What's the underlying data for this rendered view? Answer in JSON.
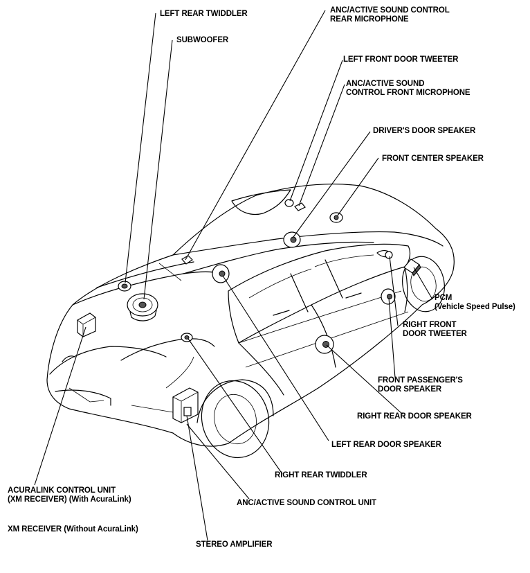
{
  "labels": {
    "left_rear_twiddler": "LEFT REAR TWIDDLER",
    "subwoofer": "SUBWOOFER",
    "anc_rear_mic_line1": "ANC/ACTIVE SOUND CONTROL",
    "anc_rear_mic_line2": "REAR MICROPHONE",
    "left_front_door_tweeter": "LEFT FRONT DOOR TWEETER",
    "anc_front_mic_line1": "ANC/ACTIVE SOUND",
    "anc_front_mic_line2": "CONTROL FRONT MICROPHONE",
    "drivers_door_speaker": "DRIVER'S DOOR SPEAKER",
    "front_center_speaker": "FRONT CENTER SPEAKER",
    "pcm_line1": "PCM",
    "pcm_line2": "(Vehicle Speed Pulse)",
    "right_front_door_tweeter_line1": "RIGHT FRONT",
    "right_front_door_tweeter_line2": "DOOR TWEETER",
    "front_passenger_door_speaker_line1": "FRONT PASSENGER'S",
    "front_passenger_door_speaker_line2": "DOOR SPEAKER",
    "right_rear_door_speaker": "RIGHT REAR DOOR SPEAKER",
    "left_rear_door_speaker": "LEFT REAR DOOR SPEAKER",
    "right_rear_twiddler": "RIGHT REAR TWIDDLER",
    "acuralink_line1": "ACURALINK CONTROL UNIT",
    "acuralink_line2": "(XM RECEIVER) (With AcuraLink)",
    "anc_control_unit": "ANC/ACTIVE SOUND CONTROL UNIT",
    "xm_receiver": "XM RECEIVER (Without AcuraLink)",
    "stereo_amplifier": "STEREO AMPLIFIER"
  }
}
